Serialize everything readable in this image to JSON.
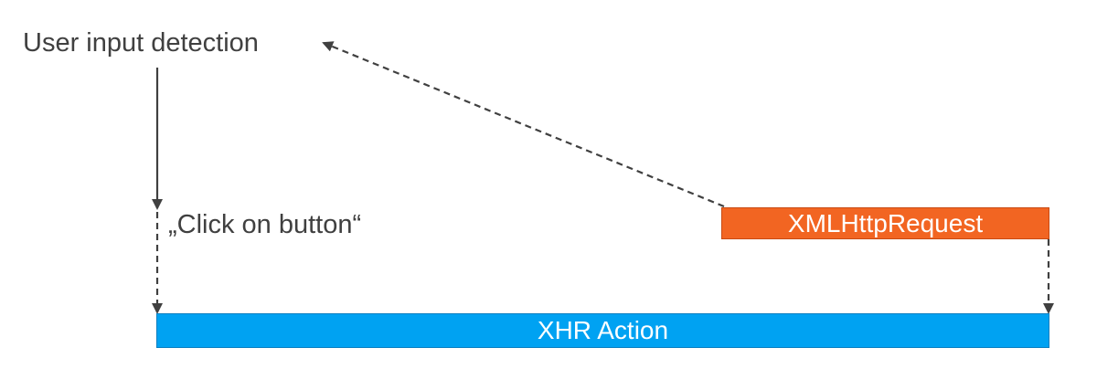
{
  "labels": {
    "user_input_detection": "User input detection",
    "click_on_button": "„Click on button“"
  },
  "bars": {
    "xml_http_request": "XMLHttpRequest",
    "xhr_action": "XHR Action"
  },
  "colors": {
    "text": "#404040",
    "request_bar": "#f26522",
    "action_bar": "#00a2f2",
    "arrow": "#404040"
  }
}
